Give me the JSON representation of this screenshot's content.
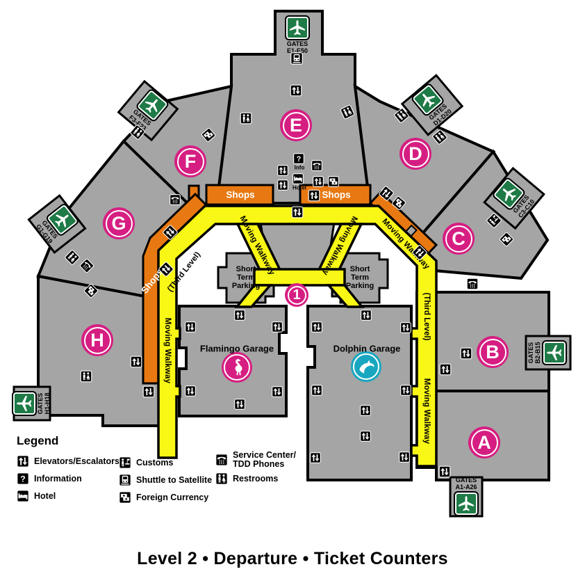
{
  "title": "Level 2  •  Departure  •  Ticket Counters",
  "legend": {
    "heading": "Legend",
    "items": [
      {
        "icon": "elevator-icon",
        "label": "Elevators/Escalators"
      },
      {
        "icon": "information-icon",
        "label": "Information"
      },
      {
        "icon": "hotel-icon",
        "label": "Hotel"
      },
      {
        "icon": "customs-icon",
        "label": "Customs"
      },
      {
        "icon": "shuttle-icon",
        "label": "Shuttle to Satellite"
      },
      {
        "icon": "currency-icon",
        "label": "Foreign Currency"
      },
      {
        "icon": "service-icon",
        "label": "Service Center/",
        "label2": "TDD Phones"
      },
      {
        "icon": "restrooms-icon",
        "label": "Restrooms"
      }
    ]
  },
  "map": {
    "sections": [
      {
        "letter": "A"
      },
      {
        "letter": "B"
      },
      {
        "letter": "C"
      },
      {
        "letter": "D"
      },
      {
        "letter": "E"
      },
      {
        "letter": "F"
      },
      {
        "letter": "G"
      },
      {
        "letter": "H"
      }
    ],
    "gates": {
      "a": {
        "label": "GATES",
        "range": "A1-A26"
      },
      "b": {
        "label": "GATES",
        "range": "B2-B15"
      },
      "c": {
        "label": "GATES",
        "range": "C3-C10"
      },
      "d": {
        "label": "GATES",
        "range": "D1-D20"
      },
      "e": {
        "label": "GATES",
        "range": "E1-E50"
      },
      "f": {
        "label": "GATES",
        "range": "F3-F23"
      },
      "g": {
        "label": "GATES",
        "range": "G1-G19"
      },
      "h": {
        "label": "GATES",
        "range": "H1-H18"
      }
    },
    "labels": {
      "shops": "Shops",
      "moving_walkway": "Moving Walkway",
      "third_level": "(Third Level)",
      "short_term_parking": [
        "Short",
        "Term",
        "Parking"
      ],
      "flamingo_garage": "Flamingo Garage",
      "dolphin_garage": "Dolphin Garage",
      "terminal_number": "1",
      "info": "Info",
      "hotel": "Hotel"
    },
    "colors": {
      "section_pink": "#D61E82",
      "dolphin_te al": "#18A7C0",
      "gates_green": "#1E7A46",
      "shops_orange": "#E87912",
      "walkway_yellow": "#F8F715",
      "terminal_gray": "#A5A5A5"
    }
  }
}
